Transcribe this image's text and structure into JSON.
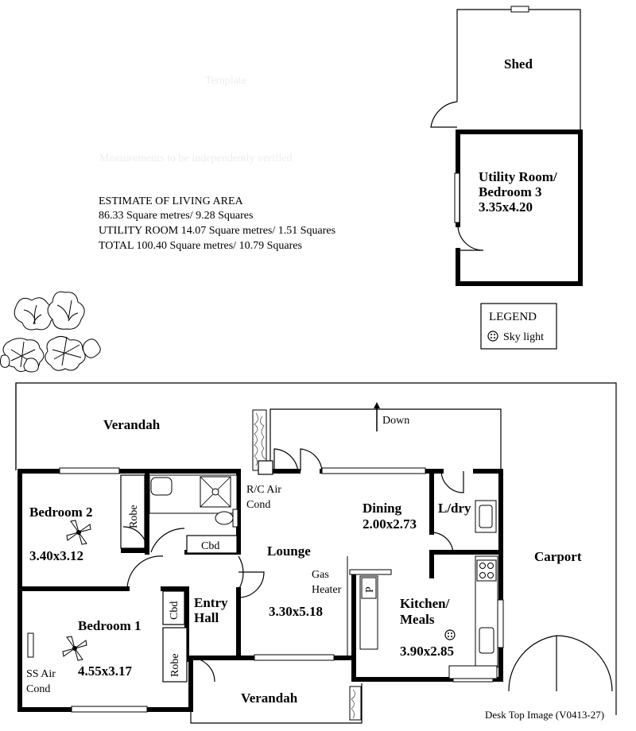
{
  "estimate": {
    "heading": "ESTIMATE OF LIVING AREA",
    "line1": "86.33  Square metres/ 9.28 Squares",
    "line2": "UTILITY ROOM  14.07 Square metres/ 1.51 Squares",
    "line3": "TOTAL  100.40 Square metres/ 10.79 Squares"
  },
  "faint_text": {
    "upper": "Template",
    "lower": "Measurements to be independently verified"
  },
  "legend": {
    "title": "LEGEND",
    "item": "Sky light",
    "icon": "skylight-icon"
  },
  "rooms": {
    "shed": "Shed",
    "utility_line1": "Utility Room/",
    "utility_line2": "Bedroom 3",
    "utility_size": "3.35x4.20",
    "verandah_top": "Verandah",
    "down": "Down",
    "bedroom2": "Bedroom 2",
    "bedroom2_size": "3.40x3.12",
    "robe_top": "Robe",
    "rc_air_line1": "R/C Air",
    "rc_air_line2": "Cond",
    "dining": "Dining",
    "dining_size": "2.00x2.73",
    "ldry": "L/dry",
    "cbd_top": "Cbd",
    "lounge": "Lounge",
    "carport": "Carport",
    "gas_line1": "Gas",
    "gas_line2": "Heater",
    "p_label": "P",
    "entry_line1": "Entry",
    "entry_line2": "Hall",
    "lounge_size": "3.30x5.18",
    "kitchen_line1": "Kitchen/",
    "kitchen_line2": "Meals",
    "kitchen_size": "3.90x2.85",
    "bedroom1": "Bedroom 1",
    "bedroom1_size": "4.55x3.17",
    "cbd_side": "Cbd",
    "robe_bottom": "Robe",
    "ss_air_line1": "SS Air",
    "ss_air_line2": "Cond",
    "verandah_bottom": "Verandah"
  },
  "footer": "Desk Top Image  (V0413-27)"
}
